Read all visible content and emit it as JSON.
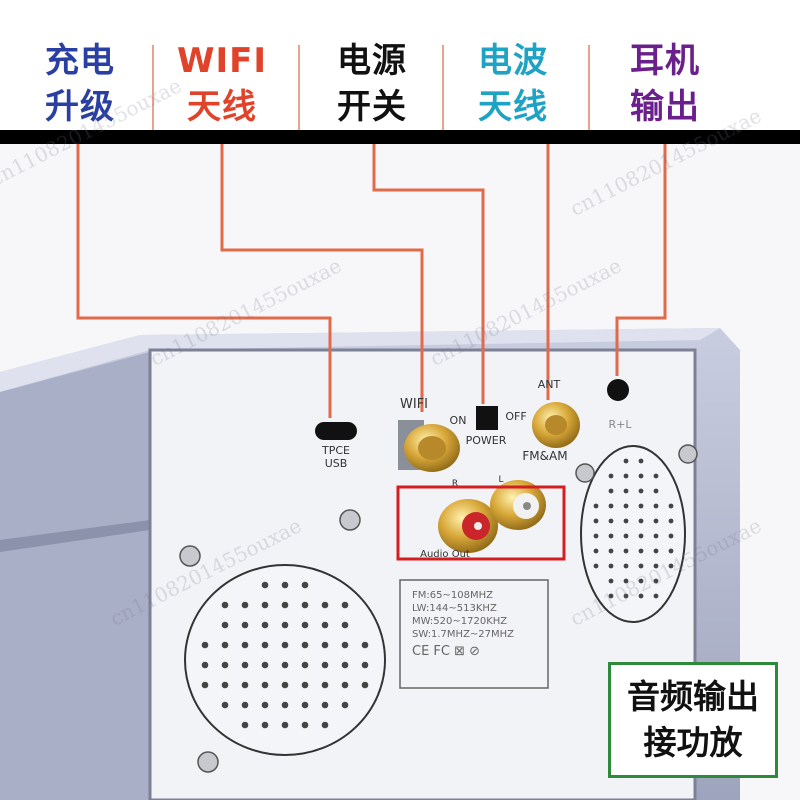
{
  "labels": [
    {
      "line1": "充电",
      "line2": "升级",
      "color": "#2a3fa3"
    },
    {
      "line1": "WIFI",
      "line2": "天线",
      "color": "#e0432a"
    },
    {
      "line1": "电源",
      "line2": "开关",
      "color": "#111111"
    },
    {
      "line1": "电波",
      "line2": "天线",
      "color": "#1fa3c4"
    },
    {
      "line1": "耳机",
      "line2": "输出",
      "color": "#6a1f8c"
    }
  ],
  "device": {
    "usb_label_1": "TPCE",
    "usb_label_2": "USB",
    "wifi_label": "WIFI",
    "switch_on": "ON",
    "switch_off": "OFF",
    "switch_label": "POWER",
    "ant_label": "ANT",
    "fm_am_label": "FM&AM",
    "rl_label": "R+L",
    "rca_r": "R",
    "rca_l": "L",
    "audio_out_label": "Audio Out",
    "freq_lines": [
      "FM:65~108MHZ",
      "LW:144~513KHZ",
      "MW:520~1720KHZ",
      "SW:1.7MHZ~27MHZ"
    ],
    "cert_marks": "CE  FC  ⊠  ⊘"
  },
  "callout": {
    "line1": "音频输出",
    "line2": "接功放"
  },
  "watermark": "cn1108201455ouxae",
  "colors": {
    "leader": "#e06a4a",
    "callout_border": "#2d8a3a",
    "case": "#b7bccf",
    "panel": "#f2f3f6"
  }
}
